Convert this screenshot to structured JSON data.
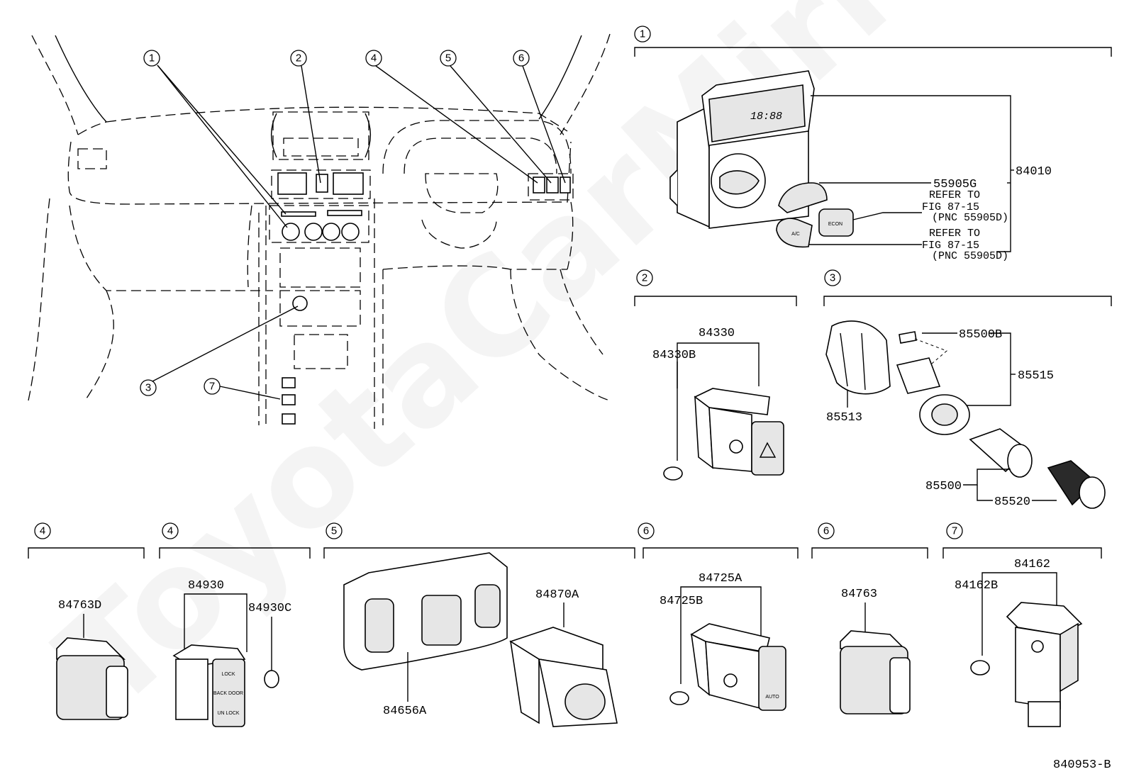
{
  "watermark": "ToyotaCarMirror.ru",
  "figure_id": "840953-B",
  "index_callouts": [
    "1",
    "2",
    "3",
    "4",
    "5",
    "6",
    "7"
  ],
  "groups": {
    "g1": {
      "ref": "1",
      "parts": [
        "84010",
        "55905G"
      ],
      "refer": [
        {
          "l1": "REFER TO",
          "l2": "FIG 87-15",
          "l3": "(PNC 55905D)"
        },
        {
          "l1": "REFER TO",
          "l2": "FIG 87-15",
          "l3": "(PNC 55905D)"
        }
      ],
      "clock_text": "18:88",
      "button_ac": "A/C",
      "button_econ": "ECON"
    },
    "g2": {
      "ref": "2",
      "parts": [
        "84330",
        "84330B"
      ]
    },
    "g3": {
      "ref": "3",
      "parts": [
        "85500B",
        "85515",
        "85513",
        "85500",
        "85520"
      ]
    },
    "g4a": {
      "ref": "4",
      "parts": [
        "84763D"
      ]
    },
    "g4b": {
      "ref": "4",
      "parts": [
        "84930",
        "84930C"
      ],
      "switch_text": [
        "LOCK",
        "BACK DOOR",
        "UN LOCK"
      ]
    },
    "g5": {
      "ref": "5",
      "parts": [
        "84656A",
        "84870A"
      ]
    },
    "g6a": {
      "ref": "6",
      "parts": [
        "84725A",
        "84725B"
      ],
      "switch_text": "AUTO"
    },
    "g6b": {
      "ref": "6",
      "parts": [
        "84763"
      ]
    },
    "g7": {
      "ref": "7",
      "parts": [
        "84162",
        "84162B"
      ]
    }
  }
}
